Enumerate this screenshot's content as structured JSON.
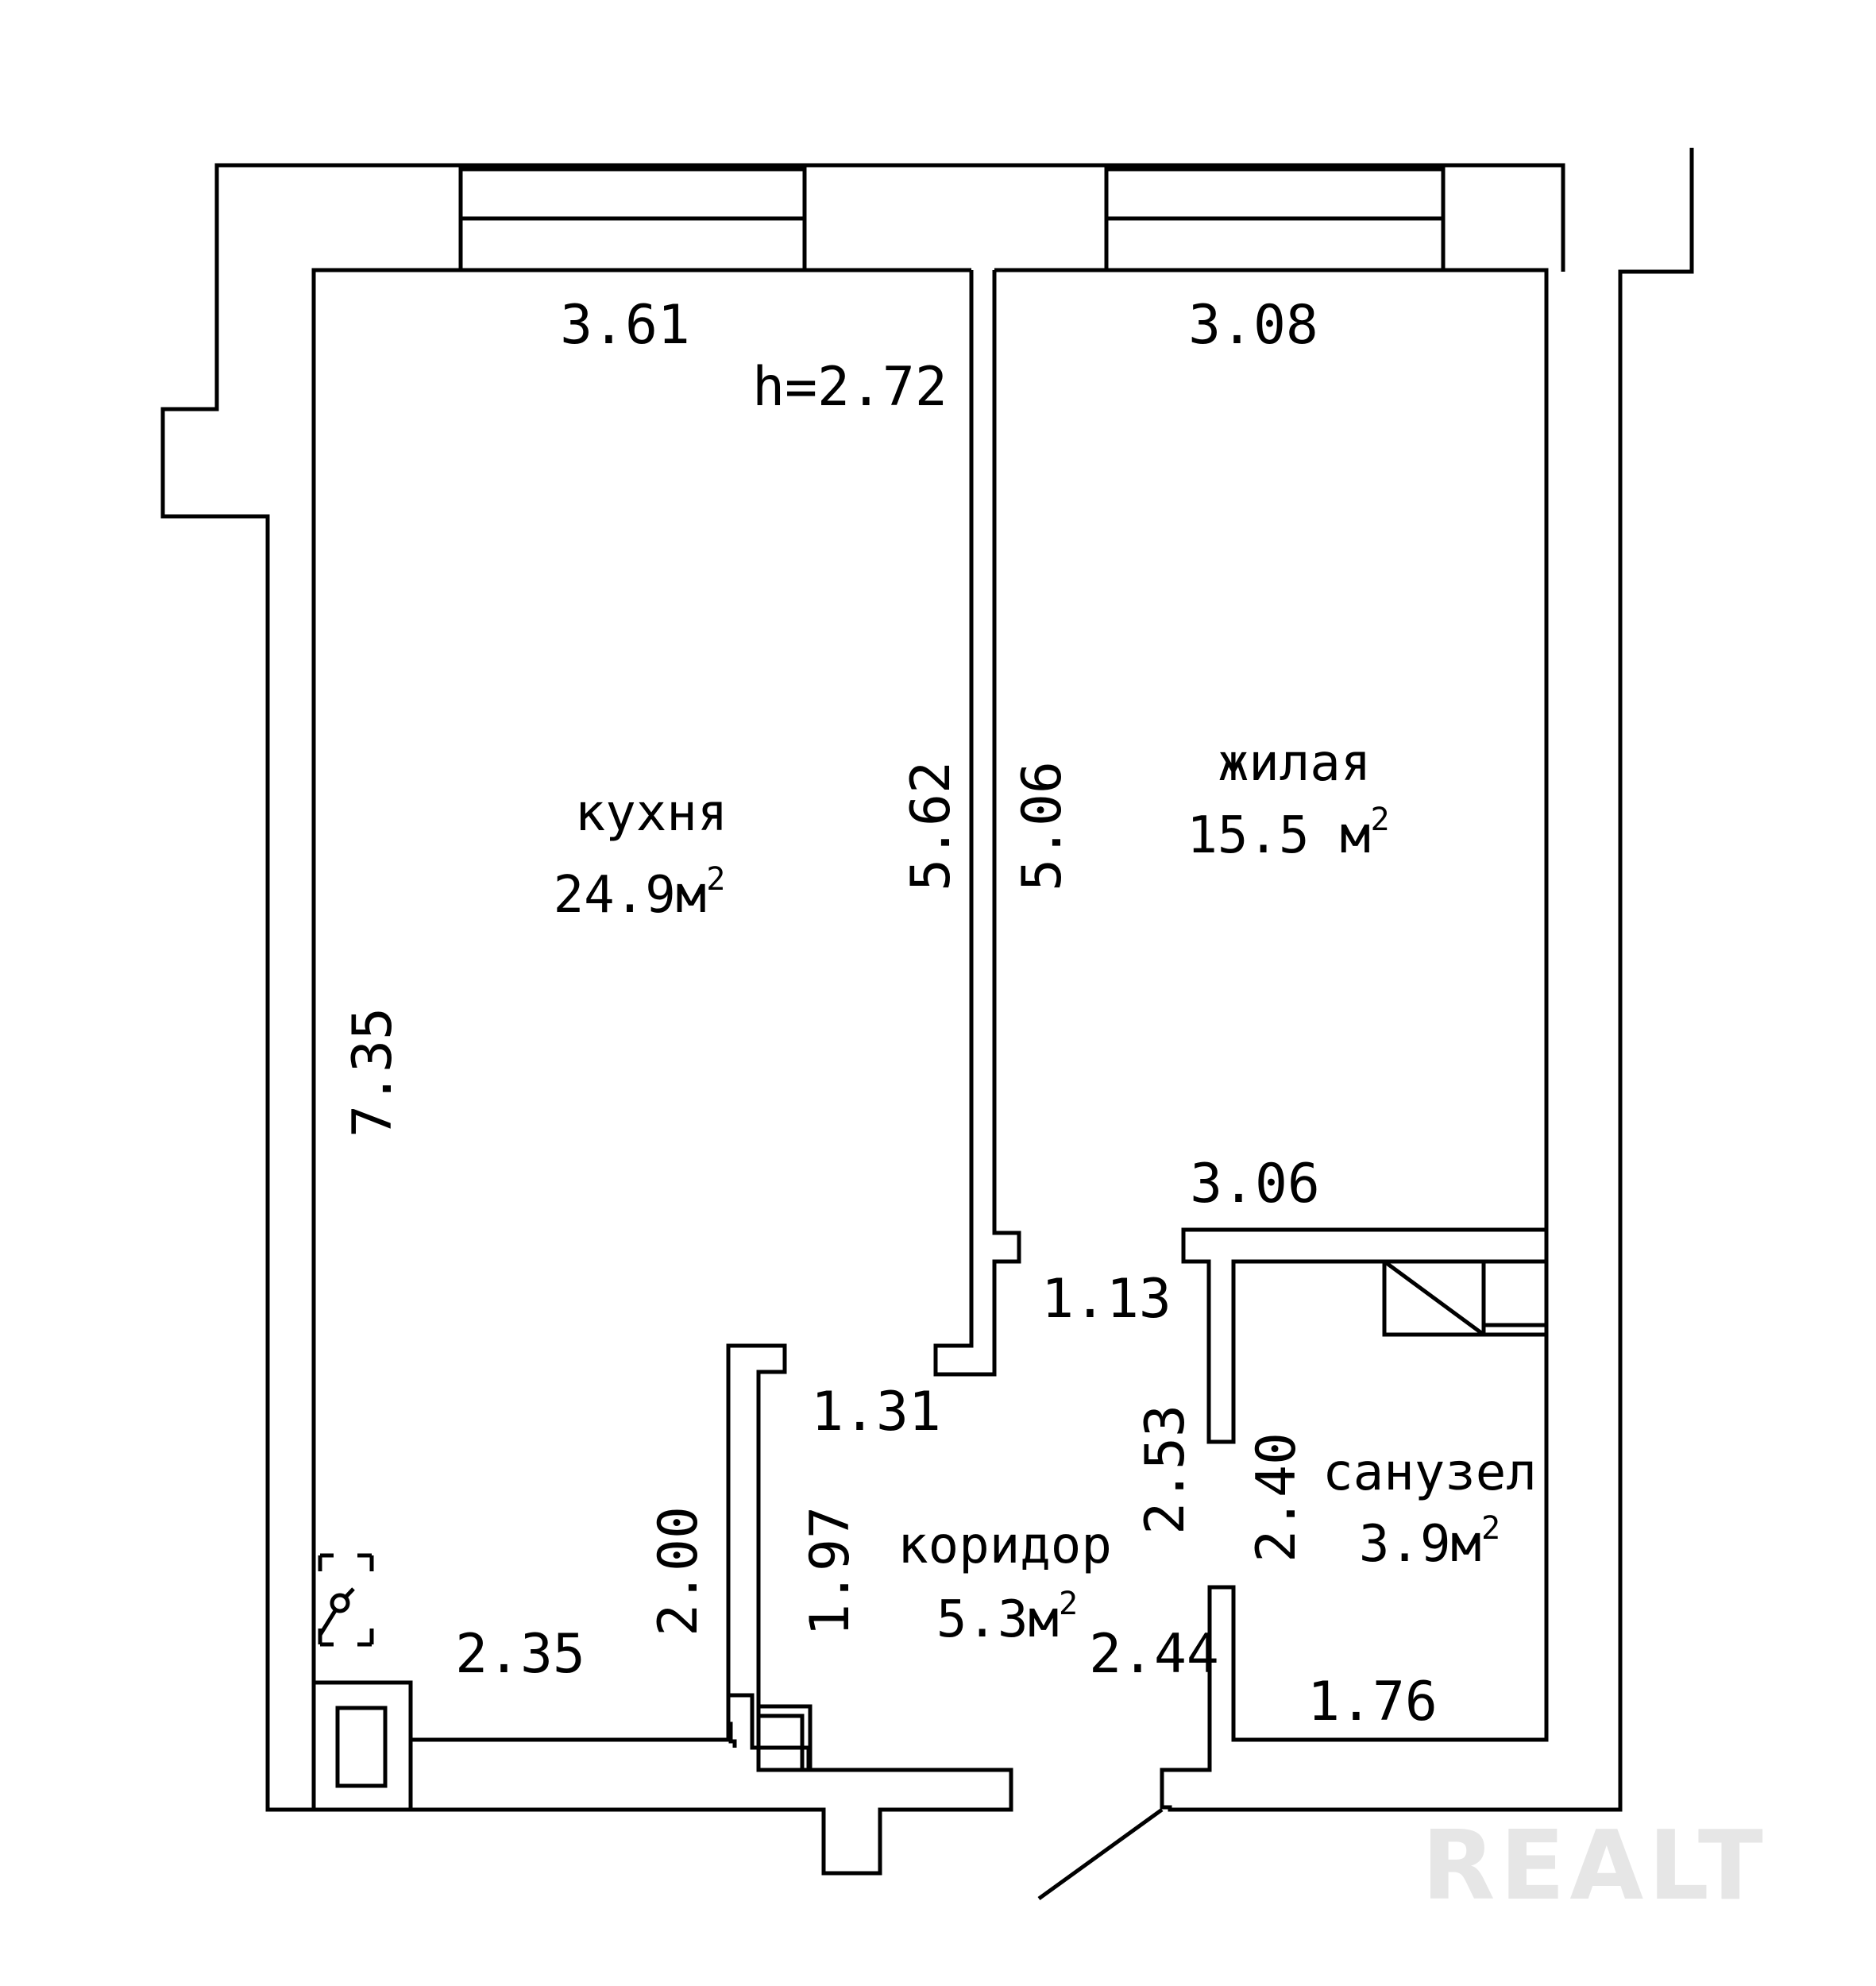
{
  "plan": {
    "ceiling_height": "h=2.72",
    "rooms": [
      {
        "name": "кухня",
        "area": "24.9м",
        "area_sup": "2"
      },
      {
        "name": "жилая",
        "area": "15.5 м",
        "area_sup": "2"
      },
      {
        "name": "коридор",
        "area": "5.3м",
        "area_sup": "2"
      },
      {
        "name": "санузел",
        "area": "3.9м",
        "area_sup": "2"
      }
    ],
    "dimensions": {
      "kitchen_top": "3.61",
      "living_top": "3.08",
      "kitchen_inner_right": "5.62",
      "living_inner_left": "5.06",
      "kitchen_left": "7.35",
      "living_bottom": "3.06",
      "opening_living": "1.13",
      "opening_kitchen": "1.31",
      "kitchen_bottom": "2.35",
      "corridor_left_outer": "2.00",
      "corridor_left_inner": "1.97",
      "corridor_right": "2.53",
      "bath_left": "2.40",
      "corridor_bottom": "2.44",
      "bath_bottom": "1.76"
    }
  },
  "watermark": "REALT"
}
